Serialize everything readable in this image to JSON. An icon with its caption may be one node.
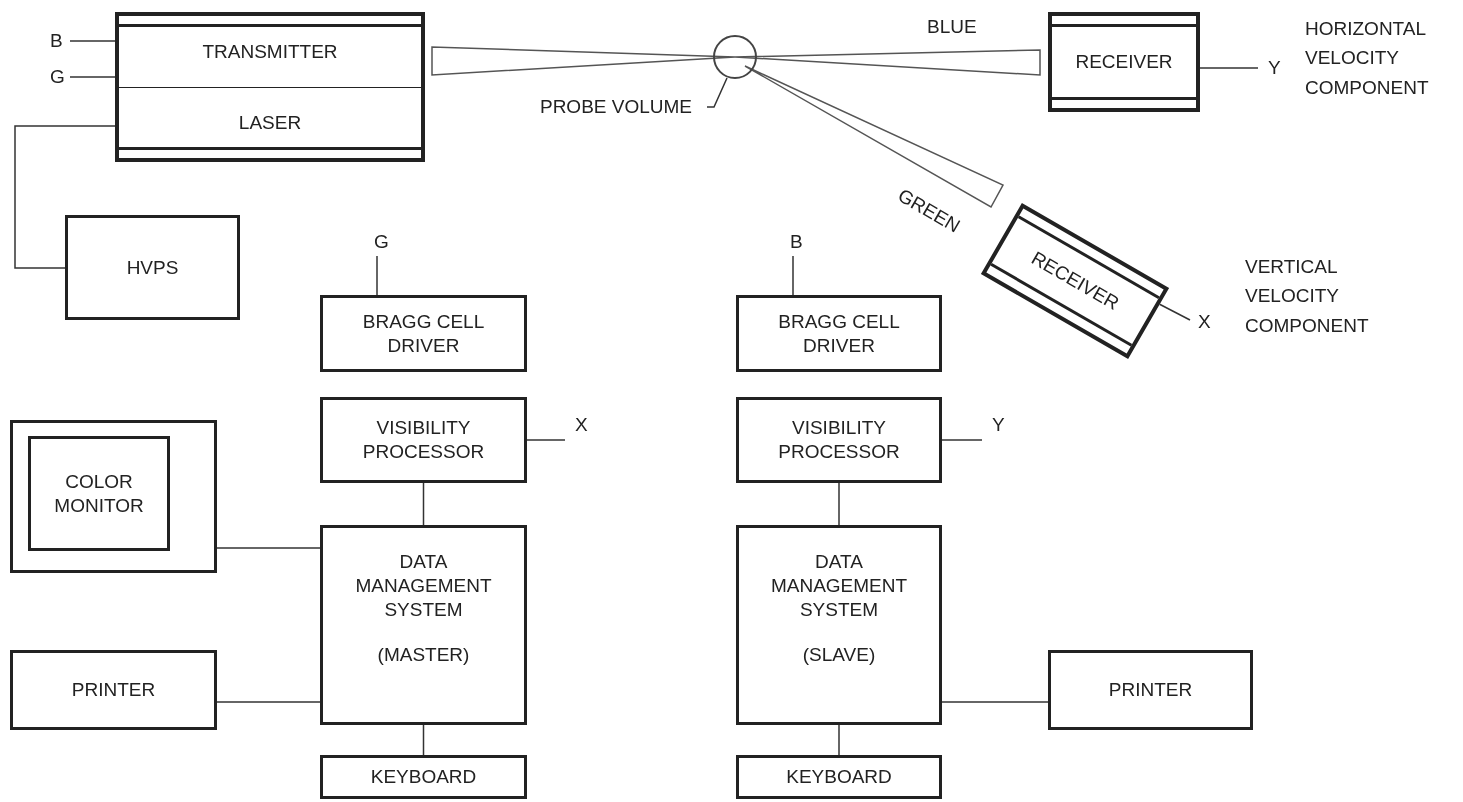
{
  "diagram": {
    "nodes": [
      {
        "text": [
          "B"
        ]
      },
      {
        "text": [
          "G"
        ]
      },
      {
        "text": [
          "TRANSMITTER",
          "LASER"
        ]
      },
      {
        "text": [],
        "shape": "circle"
      },
      {
        "text": [
          "PROBE VOLUME"
        ]
      },
      {
        "text": [
          "RECEIVER"
        ]
      },
      {
        "text": [
          "Y"
        ]
      },
      {
        "text": [
          "HVPS"
        ]
      },
      {
        "text": [
          "G"
        ]
      },
      {
        "text": [
          "B"
        ]
      },
      {
        "text": [
          "RECEIVER"
        ]
      },
      {
        "text": [
          "X"
        ]
      },
      {
        "text": [
          "BRAGG CELL DRIVER"
        ]
      },
      {
        "text": [
          "BRAGG CELL DRIVER"
        ]
      },
      {
        "text": [
          "VISIBILITY PROCESSOR"
        ]
      },
      {
        "text": [
          "X"
        ]
      },
      {
        "text": [
          "VISIBILITY PROCESSOR"
        ]
      },
      {
        "text": [
          "Y"
        ]
      },
      {
        "text": [],
        "shape": "box"
      },
      {
        "text": [
          "COLOR MONITOR"
        ],
        "in": 18
      },
      {
        "text": [
          "DATA MANAGEMENT SYSTEM",
          "(MASTER)"
        ]
      },
      {
        "text": [
          "DATA MANAGEMENT SYSTEM",
          "(SLAVE)"
        ]
      },
      {
        "text": [
          "PRINTER"
        ]
      },
      {
        "text": [
          "PRINTER"
        ]
      },
      {
        "text": [
          "KEYBOARD"
        ]
      },
      {
        "text": [
          "KEYBOARD"
        ]
      }
    ],
    "edges": [
      {
        "from": 0,
        "to": 2,
        "arrow": "none"
      },
      {
        "from": 1,
        "to": 2,
        "arrow": "none"
      },
      {
        "from": 2,
        "to": 7,
        "arrow": "none"
      },
      {
        "from": 2,
        "to": 3,
        "arrow": "none"
      },
      {
        "from": 3,
        "to": 5,
        "arrow": "none",
        "label": "BLUE"
      },
      {
        "from": 3,
        "to": 10,
        "arrow": "none",
        "label": "GREEN"
      },
      {
        "from": 4,
        "to": 3,
        "arrow": "none"
      },
      {
        "from": 5,
        "to": 6,
        "arrow": "none"
      },
      {
        "from": 10,
        "to": 11,
        "arrow": "none"
      },
      {
        "from": 8,
        "to": 12,
        "arrow": "none"
      },
      {
        "from": 9,
        "to": 13,
        "arrow": "none"
      },
      {
        "from": 14,
        "to": 15,
        "arrow": "none"
      },
      {
        "from": 16,
        "to": 17,
        "arrow": "none"
      },
      {
        "from": 14,
        "to": 20,
        "arrow": "none"
      },
      {
        "from": 16,
        "to": 21,
        "arrow": "none"
      },
      {
        "from": 18,
        "to": 20,
        "arrow": "none"
      },
      {
        "from": 22,
        "to": 20,
        "arrow": "none"
      },
      {
        "from": 21,
        "to": 23,
        "arrow": "none"
      },
      {
        "from": 20,
        "to": 24,
        "arrow": "none"
      },
      {
        "from": 21,
        "to": 25,
        "arrow": "none"
      }
    ],
    "labels": [
      "HORIZONTAL VELOCITY COMPONENT",
      "VERTICAL VELOCITY COMPONENT"
    ]
  }
}
